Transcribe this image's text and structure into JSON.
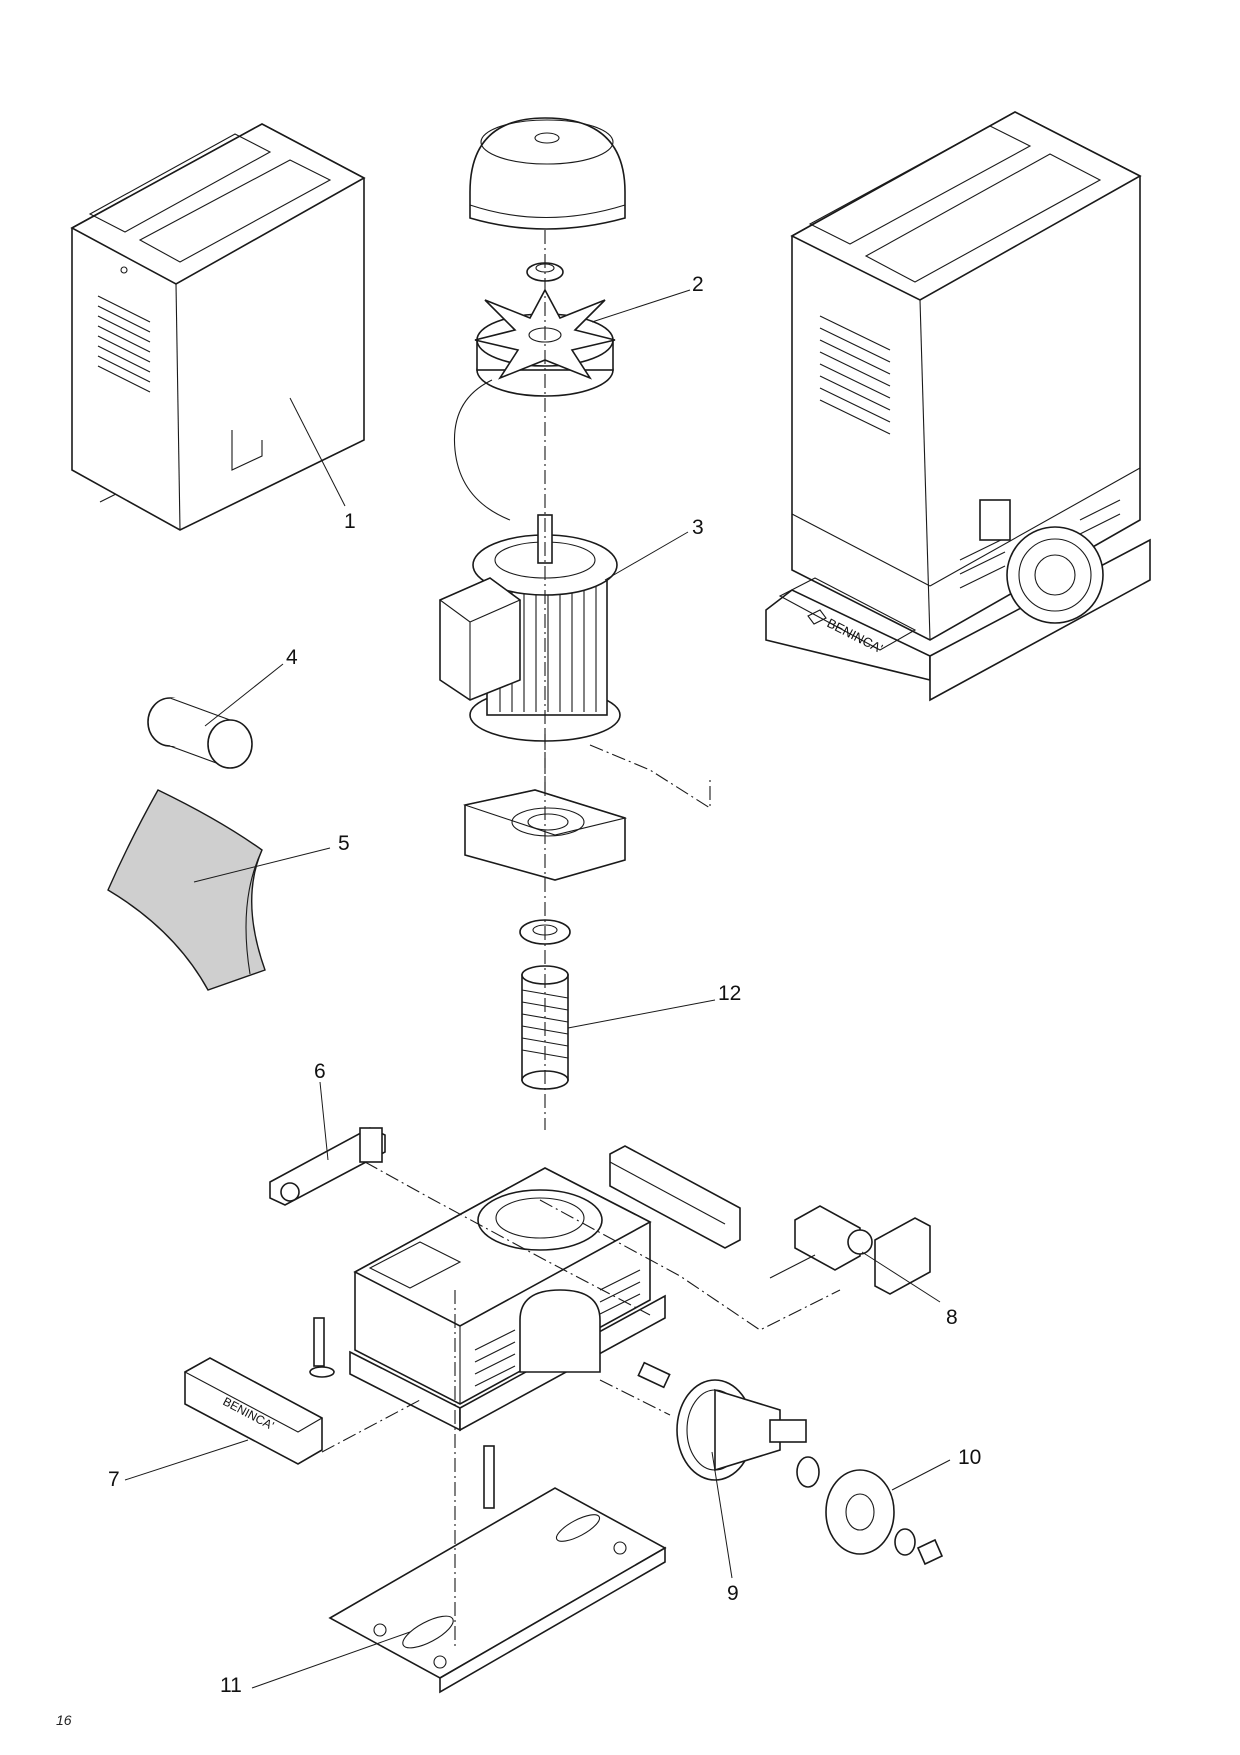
{
  "diagram": {
    "callouts": [
      {
        "id": "1",
        "label": "1"
      },
      {
        "id": "2",
        "label": "2"
      },
      {
        "id": "3",
        "label": "3"
      },
      {
        "id": "4",
        "label": "4"
      },
      {
        "id": "5",
        "label": "5"
      },
      {
        "id": "6",
        "label": "6"
      },
      {
        "id": "7",
        "label": "7"
      },
      {
        "id": "8",
        "label": "8"
      },
      {
        "id": "9",
        "label": "9"
      },
      {
        "id": "10",
        "label": "10"
      },
      {
        "id": "11",
        "label": "11"
      },
      {
        "id": "12",
        "label": "12"
      }
    ],
    "brand_marks": [
      "BENINCA'",
      "BENINCA'"
    ]
  },
  "page": {
    "number": "16"
  }
}
